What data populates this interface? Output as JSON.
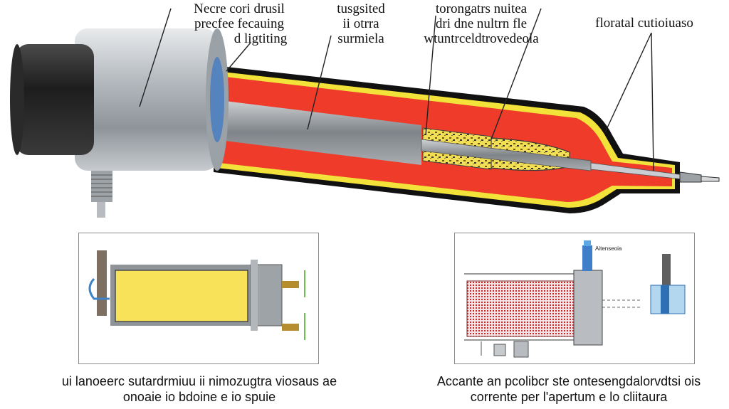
{
  "labels": {
    "top_left_line1": "Necre cori drusil",
    "top_left_line2": "precfee fecauing",
    "top_left_line3": "d ligtiting",
    "top_mid_line1": "tusgsited",
    "top_mid_line2": "ii otrra",
    "top_mid_line3": "surmiela",
    "top_right_line1": "torongatrs nuitea",
    "top_right_line2": "dri dne nultrn fle",
    "top_right_line3": "wtuntrceldtrovedeola",
    "far_right": "floratal cutioiuaso"
  },
  "panels": {
    "right_small_label": "Aitenseoia"
  },
  "captions": {
    "left_line1": "ui lanoeerc sutardrmiuu ii nimozugtra viosaus ae",
    "left_line2": "onoaie io bdoine e io spuie",
    "right_line1": "Accante an pcolibcr ste ontesengdalorvdtsi ois",
    "right_line2": "corrente per l'apertum e lo cliitaura"
  },
  "colors": {
    "outer_shell": "#111111",
    "yellow_band": "#f2e23a",
    "red_core": "#ee3b2a",
    "steel": "#b9bdc2",
    "blue_ring": "#5aa9e6",
    "fill_yellow": "#f7e25a"
  }
}
